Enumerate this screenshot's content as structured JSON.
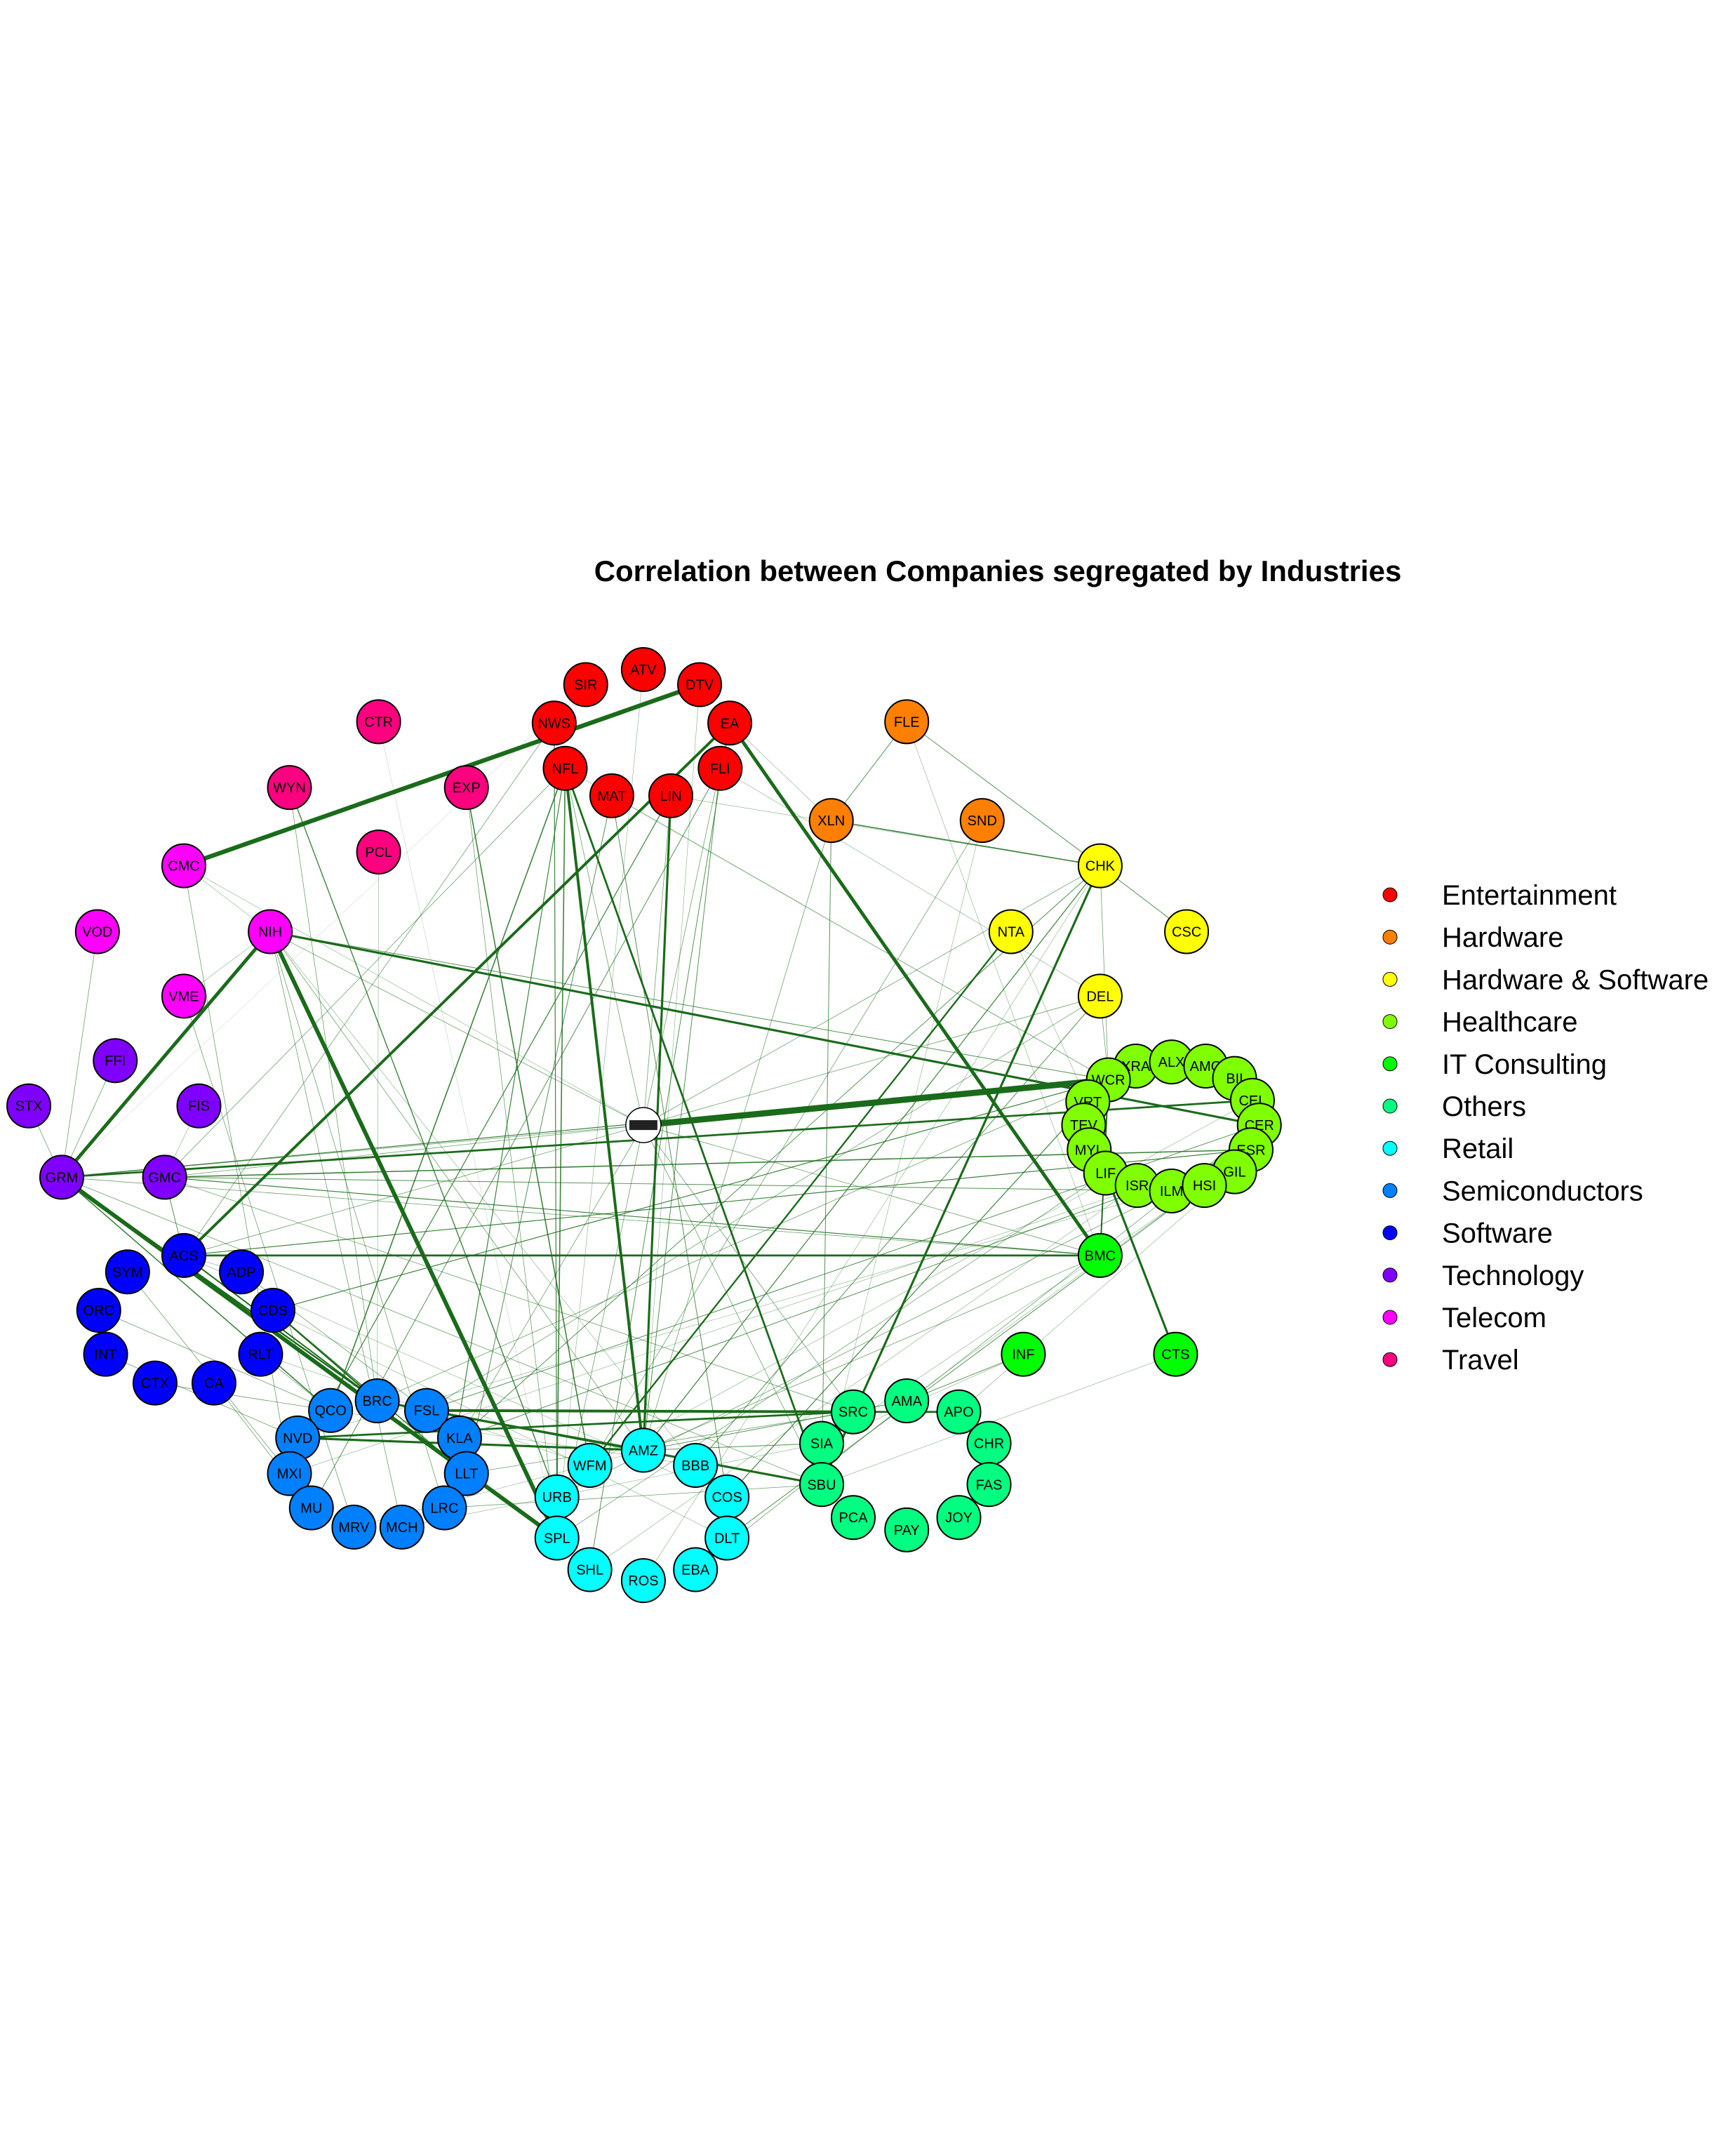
{
  "title": "Correlation between Companies segregated by Industries",
  "legend": [
    {
      "name": "Entertainment",
      "color": "#ff0000"
    },
    {
      "name": "Hardware",
      "color": "#ff8000"
    },
    {
      "name": "Hardware & Software",
      "color": "#ffff00"
    },
    {
      "name": "Healthcare",
      "color": "#80ff00"
    },
    {
      "name": "IT Consulting",
      "color": "#00ff00"
    },
    {
      "name": "Others",
      "color": "#00ff80"
    },
    {
      "name": "Retail",
      "color": "#00ffff"
    },
    {
      "name": "Semiconductors",
      "color": "#0080ff"
    },
    {
      "name": "Software",
      "color": "#0000ff"
    },
    {
      "name": "Technology",
      "color": "#8000ff"
    },
    {
      "name": "Telecom",
      "color": "#ff00ff"
    },
    {
      "name": "Travel",
      "color": "#ff0080"
    }
  ],
  "edge_color": "#1a6b1a",
  "nodes": [
    {
      "id": "SIR",
      "group": "Entertainment"
    },
    {
      "id": "ATV",
      "group": "Entertainment"
    },
    {
      "id": "DTV",
      "group": "Entertainment"
    },
    {
      "id": "NWS",
      "group": "Entertainment"
    },
    {
      "id": "EA",
      "group": "Entertainment"
    },
    {
      "id": "NFL",
      "group": "Entertainment"
    },
    {
      "id": "FLI",
      "group": "Entertainment"
    },
    {
      "id": "MAT",
      "group": "Entertainment"
    },
    {
      "id": "LIN",
      "group": "Entertainment"
    },
    {
      "id": "FLE",
      "group": "Hardware"
    },
    {
      "id": "XLN",
      "group": "Hardware"
    },
    {
      "id": "SND",
      "group": "Hardware"
    },
    {
      "id": "CHK",
      "group": "Hardware & Software"
    },
    {
      "id": "NTA",
      "group": "Hardware & Software"
    },
    {
      "id": "CSC",
      "group": "Hardware & Software"
    },
    {
      "id": "DEL",
      "group": "Hardware & Software"
    },
    {
      "id": "XRA",
      "group": "Healthcare"
    },
    {
      "id": "ALX",
      "group": "Healthcare"
    },
    {
      "id": "AMG",
      "group": "Healthcare"
    },
    {
      "id": "BII",
      "group": "Healthcare"
    },
    {
      "id": "WCR",
      "group": "Healthcare"
    },
    {
      "id": "CEL",
      "group": "Healthcare"
    },
    {
      "id": "VRT",
      "group": "Healthcare"
    },
    {
      "id": "CER",
      "group": "Healthcare"
    },
    {
      "id": "TEV",
      "group": "Healthcare"
    },
    {
      "id": "ESR",
      "group": "Healthcare"
    },
    {
      "id": "MYL",
      "group": "Healthcare"
    },
    {
      "id": "GIL",
      "group": "Healthcare"
    },
    {
      "id": "LIF",
      "group": "Healthcare"
    },
    {
      "id": "ISR",
      "group": "Healthcare"
    },
    {
      "id": "ILM",
      "group": "Healthcare"
    },
    {
      "id": "HSI",
      "group": "Healthcare"
    },
    {
      "id": "BMC",
      "group": "IT Consulting"
    },
    {
      "id": "INF",
      "group": "IT Consulting"
    },
    {
      "id": "CTS",
      "group": "IT Consulting"
    },
    {
      "id": "SRC",
      "group": "Others"
    },
    {
      "id": "AMA",
      "group": "Others"
    },
    {
      "id": "APO",
      "group": "Others"
    },
    {
      "id": "SIA",
      "group": "Others"
    },
    {
      "id": "CHR",
      "group": "Others"
    },
    {
      "id": "SBU",
      "group": "Others"
    },
    {
      "id": "FAS",
      "group": "Others"
    },
    {
      "id": "PCA",
      "group": "Others"
    },
    {
      "id": "PAY",
      "group": "Others"
    },
    {
      "id": "JOY",
      "group": "Others"
    },
    {
      "id": "AMZ",
      "group": "Retail"
    },
    {
      "id": "WFM",
      "group": "Retail"
    },
    {
      "id": "BBB",
      "group": "Retail"
    },
    {
      "id": "URB",
      "group": "Retail"
    },
    {
      "id": "COS",
      "group": "Retail"
    },
    {
      "id": "SPL",
      "group": "Retail"
    },
    {
      "id": "DLT",
      "group": "Retail"
    },
    {
      "id": "SHL",
      "group": "Retail"
    },
    {
      "id": "EBA",
      "group": "Retail"
    },
    {
      "id": "ROS",
      "group": "Retail"
    },
    {
      "id": "BRC",
      "group": "Semiconductors"
    },
    {
      "id": "QCO",
      "group": "Semiconductors"
    },
    {
      "id": "FSL",
      "group": "Semiconductors"
    },
    {
      "id": "NVD",
      "group": "Semiconductors"
    },
    {
      "id": "KLA",
      "group": "Semiconductors"
    },
    {
      "id": "MXI",
      "group": "Semiconductors"
    },
    {
      "id": "LLT",
      "group": "Semiconductors"
    },
    {
      "id": "MU",
      "group": "Semiconductors"
    },
    {
      "id": "LRC",
      "group": "Semiconductors"
    },
    {
      "id": "MRV",
      "group": "Semiconductors"
    },
    {
      "id": "MCH",
      "group": "Semiconductors"
    },
    {
      "id": "ACS",
      "group": "Software"
    },
    {
      "id": "SYM",
      "group": "Software"
    },
    {
      "id": "ADP",
      "group": "Software"
    },
    {
      "id": "ORC",
      "group": "Software"
    },
    {
      "id": "CDS",
      "group": "Software"
    },
    {
      "id": "INT",
      "group": "Software"
    },
    {
      "id": "RLT",
      "group": "Software"
    },
    {
      "id": "CTX",
      "group": "Software"
    },
    {
      "id": "CA",
      "group": "Software"
    },
    {
      "id": "FFI",
      "group": "Technology"
    },
    {
      "id": "STX",
      "group": "Technology"
    },
    {
      "id": "FIS",
      "group": "Technology"
    },
    {
      "id": "GRM",
      "group": "Technology"
    },
    {
      "id": "GMC",
      "group": "Technology"
    },
    {
      "id": "CMC",
      "group": "Telecom"
    },
    {
      "id": "VOD",
      "group": "Telecom"
    },
    {
      "id": "NIH",
      "group": "Telecom"
    },
    {
      "id": "VME",
      "group": "Telecom"
    },
    {
      "id": "CTR",
      "group": "Travel"
    },
    {
      "id": "WYN",
      "group": "Travel"
    },
    {
      "id": "EXP",
      "group": "Travel"
    },
    {
      "id": "PCL",
      "group": "Travel"
    }
  ]
}
